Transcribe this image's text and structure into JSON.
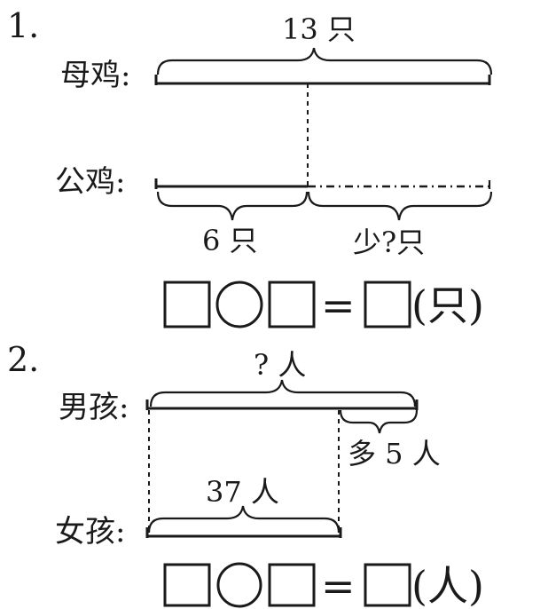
{
  "problem1": {
    "number": "1.",
    "hen_label": "母鸡:",
    "rooster_label": "公鸡:",
    "total": "13 只",
    "part_known": "6 只",
    "part_unknown": "少?只",
    "equation": {
      "equals": "=",
      "unit": "(只)"
    }
  },
  "problem2": {
    "number": "2.",
    "boys_label": "男孩:",
    "girls_label": "女孩:",
    "total": "? 人",
    "more": "多 5 人",
    "girls_count": "37 人",
    "equation": {
      "equals": "=",
      "unit": "(人)"
    }
  }
}
